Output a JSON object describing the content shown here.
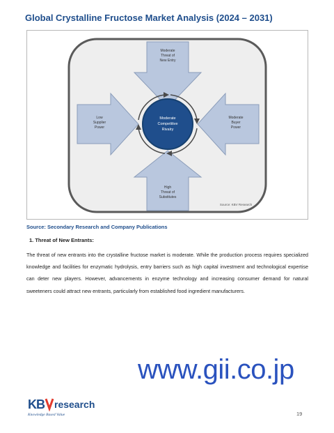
{
  "document": {
    "title": "Global Crystalline Fructose Market Analysis (2024 – 2031)",
    "caption": "Source: Secondary Research and Company Publications",
    "section_heading": "1.    Threat of New Entrants:",
    "paragraph": "The threat of new entrants into the crystalline fructose market is moderate. While the production process requires specialized knowledge and facilities for enzymatic hydrolysis, entry barriers such as high capital investment and technological expertise can deter new players. However, advancements in enzyme technology and increasing consumer demand for natural sweeteners could attract new entrants, particularly from established food ingredient manufacturers.",
    "page_number": "19"
  },
  "diagram": {
    "center": [
      "Moderate",
      "Competitive",
      "Rivalry"
    ],
    "top": [
      "Moderate",
      "Threat of",
      "New Entry"
    ],
    "left": [
      "Low",
      "Supplier",
      "Power"
    ],
    "right": [
      "Moderate",
      "Buyer",
      "Power"
    ],
    "bottom": [
      "High",
      "Threat of",
      "Substitutes"
    ],
    "source": "Source: KBV Research"
  },
  "watermark": "www.gii.co.jp",
  "logo": {
    "name": "KBV research",
    "tagline": "Knowledge Based Value"
  },
  "colors": {
    "title_blue": "#1f4e8c",
    "circle_blue": "#1f4e8c",
    "arrow_fill": "#b9c7de",
    "watermark_blue": "#2a52be",
    "logo_red": "#e23b2e"
  }
}
